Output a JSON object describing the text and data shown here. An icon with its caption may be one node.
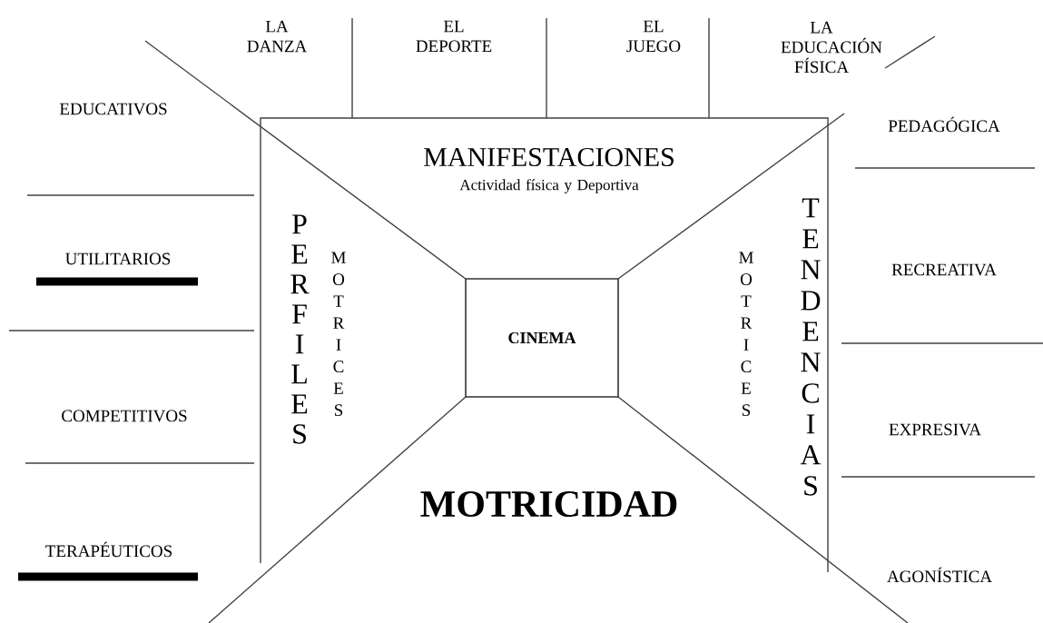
{
  "diagram": {
    "nodes": [
      {
        "text": [
          "CINEMA"
        ]
      }
    ],
    "labels": [
      "LA DANZA",
      "EL DEPORTE",
      "EL JUEGO",
      "LA EDUCACIÓN FÍSICA",
      "EDUCATIVOS",
      "PEDAGÓGICA",
      "MANIFESTACIONES",
      "Actividad física y Deportiva",
      "UTILITARIOS",
      "PERFILES",
      "MOTRICES",
      "MOTRICES",
      "TENDENCIAS",
      "RECREATIVA",
      "COMPETITIVOS",
      "EXPRESIVA",
      "MOTRICIDAD",
      "TERAPÉUTICOS",
      "AGONÍSTICA"
    ]
  }
}
